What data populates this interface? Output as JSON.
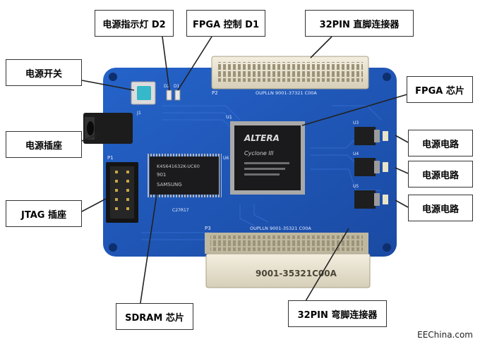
{
  "labels": {
    "power_led": "电源指示灯 D2",
    "fpga_led": "FPGA 控制 D1",
    "pin_straight": "32PIN 直脚连接器",
    "power_switch": "电源开关",
    "fpga_chip": "FPGA 芯片",
    "power_socket": "电源插座",
    "power_circuit_1": "电源电路",
    "power_circuit_2": "电源电路",
    "power_circuit_3": "电源电路",
    "jtag_socket": "JTAG 插座",
    "sdram_chip": "SDRAM 芯片",
    "pin_bent": "32PIN 弯脚连接器"
  },
  "board_text": {
    "p2_ref": "P2",
    "p2_part": "OUPLLN 9001-37321 C00A",
    "p3_ref": "P3",
    "p3_part": "OUPLLN 9001-35321 C00A",
    "p3_body": "9001-35321C00A",
    "p1_ref": "P1",
    "j1_ref": "J1",
    "u1_ref": "U1",
    "u3_ref": "U3",
    "u4_ref": "U4",
    "u5_ref": "U5",
    "u6_ref": "U6",
    "d1_ref": "D1",
    "d2_ref": "D2",
    "c27_ref": "C27R17",
    "fpga_brand": "ALTERA",
    "fpga_family": "Cyclone III",
    "sdram_brand": "SAMSUNG",
    "sdram_code": "901",
    "sdram_part": "K4S641632K-UC60"
  },
  "watermark": "EEChina.com",
  "colors": {
    "pcb": "#1f56b8",
    "pcb_dark": "#173f8a",
    "chip": "#1a1a1c",
    "connector": "#e8e2cf",
    "label_border": "#333333"
  }
}
